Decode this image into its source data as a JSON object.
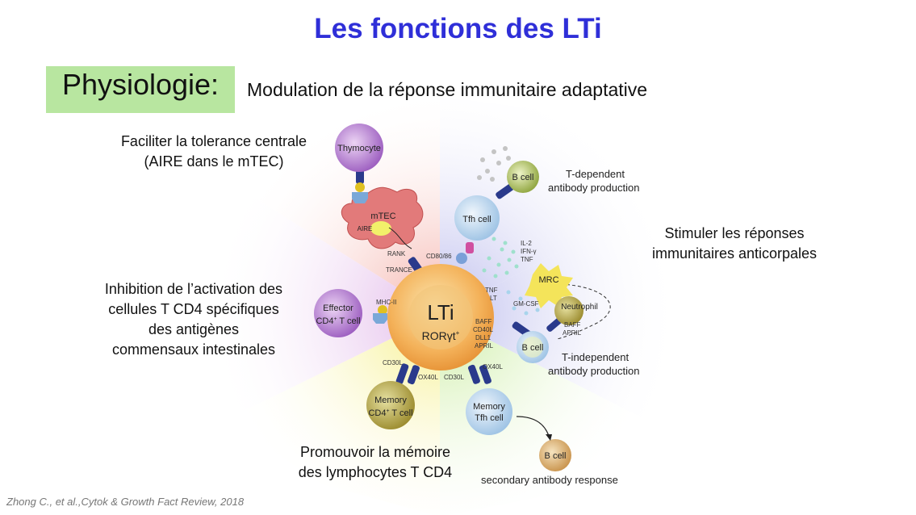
{
  "title": "Les fonctions des LTi",
  "physiology_label": "Physiologie:",
  "subtitle": "Modulation de la réponse immunitaire adaptative",
  "annotations": {
    "tolerance": [
      "Faciliter la tolerance centrale",
      "(AIRE dans le mTEC)"
    ],
    "inhibition": [
      "Inhibition de l’activation des",
      "cellules T CD4 spécifiques",
      "des antigènes",
      "commensaux intestinales"
    ],
    "memory": [
      "Promouvoir la mémoire",
      "des lymphocytes T CD4"
    ],
    "stimuler": [
      "Stimuler les réponses",
      "immunitaires anticorpales"
    ]
  },
  "citation": "Zhong C., et al.,Cytok & Growth Fact Review, 2018",
  "figure": {
    "center": {
      "name": "LTi",
      "marker": "RORγt",
      "marker_sup": "+"
    },
    "cells": {
      "thymocyte": "Thymocyte",
      "mtec": "mTEC",
      "aire": "AIRE",
      "bcell_top": "B cell",
      "tfh": "Tfh cell",
      "mrc": "MRC",
      "neutrophil": "Neutrophil",
      "bcell_right": "B cell",
      "effector": [
        "Effector",
        "CD4",
        "+",
        " T cell"
      ],
      "memory_cd4": [
        "Memory",
        "CD4",
        "+",
        " T cell"
      ],
      "memory_tfh": [
        "Memory",
        "Tfh cell"
      ],
      "bcell_bottom": "B cell"
    },
    "labels": {
      "t_dependent": [
        "T-dependent",
        "antibody production"
      ],
      "t_independent": [
        "T-independent",
        "antibody production"
      ],
      "secondary": "secondary antibody response",
      "rank": "RANK",
      "trance": "TRANCE",
      "cd80": "CD80/86",
      "mhc": "MHC-II",
      "cytokines": [
        "IL-2",
        "IFN-γ",
        "TNF"
      ],
      "tnf_lt": [
        "TNF",
        "LT"
      ],
      "gmcsf": "GM-CSF",
      "baff_list": [
        "BAFF",
        "CD40L",
        "DLL1",
        "APRIL"
      ],
      "baff_april": [
        "BAFF",
        "APRIL"
      ],
      "cd30l_left": "CD30L",
      "ox40l_left": "OX40L",
      "cd30l_right": "CD30L",
      "ox40l_right": "OX40L"
    }
  }
}
